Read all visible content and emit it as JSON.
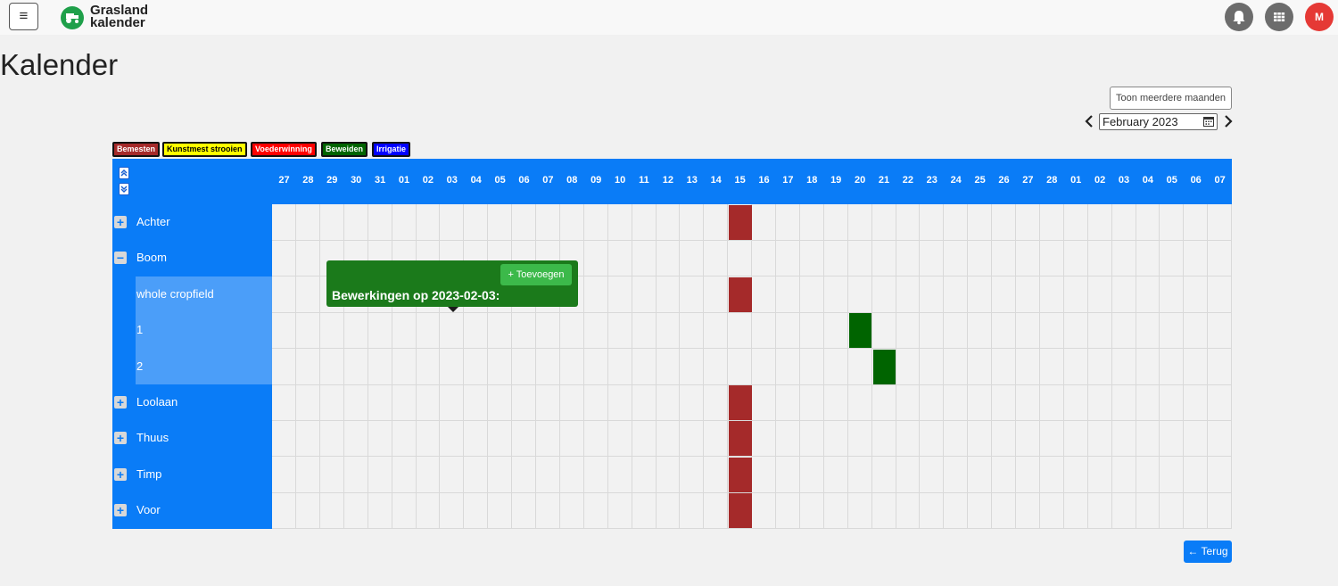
{
  "header": {
    "brand_line1": "Grasland",
    "brand_line2": "kalender",
    "menu_icon": "hamburger-icon",
    "avatar_initial": "M",
    "icons": [
      "bell-icon",
      "apps-grid-icon"
    ]
  },
  "page": {
    "title": "Kalender"
  },
  "controls": {
    "more_months_label": "Toon meerdere maanden",
    "month_value": "February 2023",
    "prev_icon": "chevron-left-icon",
    "next_icon": "chevron-right-icon"
  },
  "legend": [
    {
      "label": "Bemesten",
      "color": "#a52a2a",
      "text_color": "#ffffff"
    },
    {
      "label": "Kunstmest strooien",
      "color": "#ffff00",
      "text_color": "#000000"
    },
    {
      "label": "Voederwinning",
      "color": "#ff0000",
      "text_color": "#ffffff"
    },
    {
      "label": "Beweiden",
      "color": "#006400",
      "text_color": "#ffffff"
    },
    {
      "label": "Irrigatie",
      "color": "#0000ff",
      "text_color": "#ffffff"
    }
  ],
  "calendar": {
    "days": [
      "27",
      "28",
      "29",
      "30",
      "31",
      "01",
      "02",
      "03",
      "04",
      "05",
      "06",
      "07",
      "08",
      "09",
      "10",
      "11",
      "12",
      "13",
      "14",
      "15",
      "16",
      "17",
      "18",
      "19",
      "20",
      "21",
      "22",
      "23",
      "24",
      "25",
      "26",
      "27",
      "28",
      "01",
      "02",
      "03",
      "04",
      "05",
      "06",
      "07"
    ],
    "rows": [
      {
        "label": "Achter",
        "type": "group",
        "toggle": "+"
      },
      {
        "label": "Boom",
        "type": "group",
        "toggle": "−"
      },
      {
        "label": "whole cropfield",
        "type": "sub"
      },
      {
        "label": "1",
        "type": "sub"
      },
      {
        "label": "2",
        "type": "sub"
      },
      {
        "label": "Loolaan",
        "type": "group",
        "toggle": "+"
      },
      {
        "label": "Thuus",
        "type": "group",
        "toggle": "+"
      },
      {
        "label": "Timp",
        "type": "group",
        "toggle": "+"
      },
      {
        "label": "Voor",
        "type": "group",
        "toggle": "+"
      }
    ],
    "events": [
      {
        "row": 0,
        "day_index": 19,
        "activity": "Bemesten",
        "color": "#a52a2a"
      },
      {
        "row": 2,
        "day_index": 19,
        "activity": "Bemesten",
        "color": "#a52a2a"
      },
      {
        "row": 3,
        "day_index": 24,
        "activity": "Beweiden",
        "color": "#006400"
      },
      {
        "row": 4,
        "day_index": 25,
        "activity": "Beweiden",
        "color": "#006400"
      },
      {
        "row": 5,
        "day_index": 19,
        "activity": "Bemesten",
        "color": "#a52a2a"
      },
      {
        "row": 6,
        "day_index": 19,
        "activity": "Bemesten",
        "color": "#a52a2a"
      },
      {
        "row": 7,
        "day_index": 19,
        "activity": "Bemesten",
        "color": "#a52a2a"
      },
      {
        "row": 8,
        "day_index": 19,
        "activity": "Bemesten",
        "color": "#a52a2a"
      }
    ]
  },
  "popup": {
    "title": "Bewerkingen op 2023-02-03:",
    "add_label": "+ Toevoegen"
  },
  "footer": {
    "back_label": "← Terug"
  }
}
